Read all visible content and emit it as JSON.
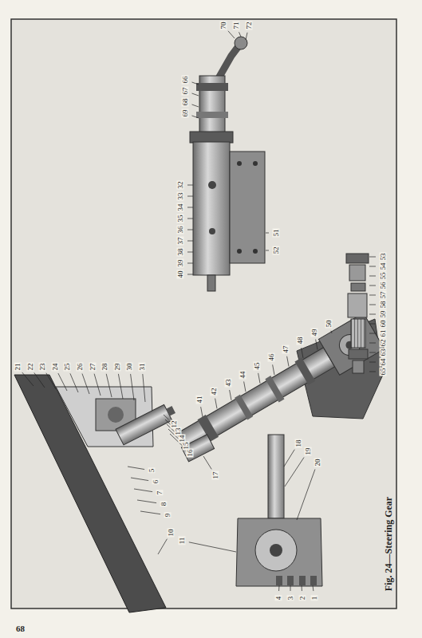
{
  "diagram": {
    "caption": "Fig. 24—Steering Gear",
    "labels": [
      "68",
      "1",
      "2",
      "3",
      "4",
      "5",
      "6",
      "7",
      "8",
      "9",
      "10",
      "11",
      "12",
      "13",
      "14",
      "15",
      "16",
      "17",
      "18",
      "19",
      "20",
      "21",
      "22",
      "23",
      "24",
      "25",
      "26",
      "27",
      "28",
      "29",
      "30",
      "31",
      "32",
      "33",
      "34",
      "35",
      "36",
      "37",
      "38",
      "39",
      "40",
      "41",
      "42",
      "43",
      "44",
      "45",
      "46",
      "47",
      "48",
      "49",
      "50",
      "51",
      "52",
      "53",
      "54",
      "55",
      "56",
      "57",
      "58",
      "59",
      "60",
      "61",
      "62",
      "63",
      "64",
      "65",
      "66",
      "67",
      "68",
      "69",
      "70",
      "71",
      "72"
    ]
  }
}
